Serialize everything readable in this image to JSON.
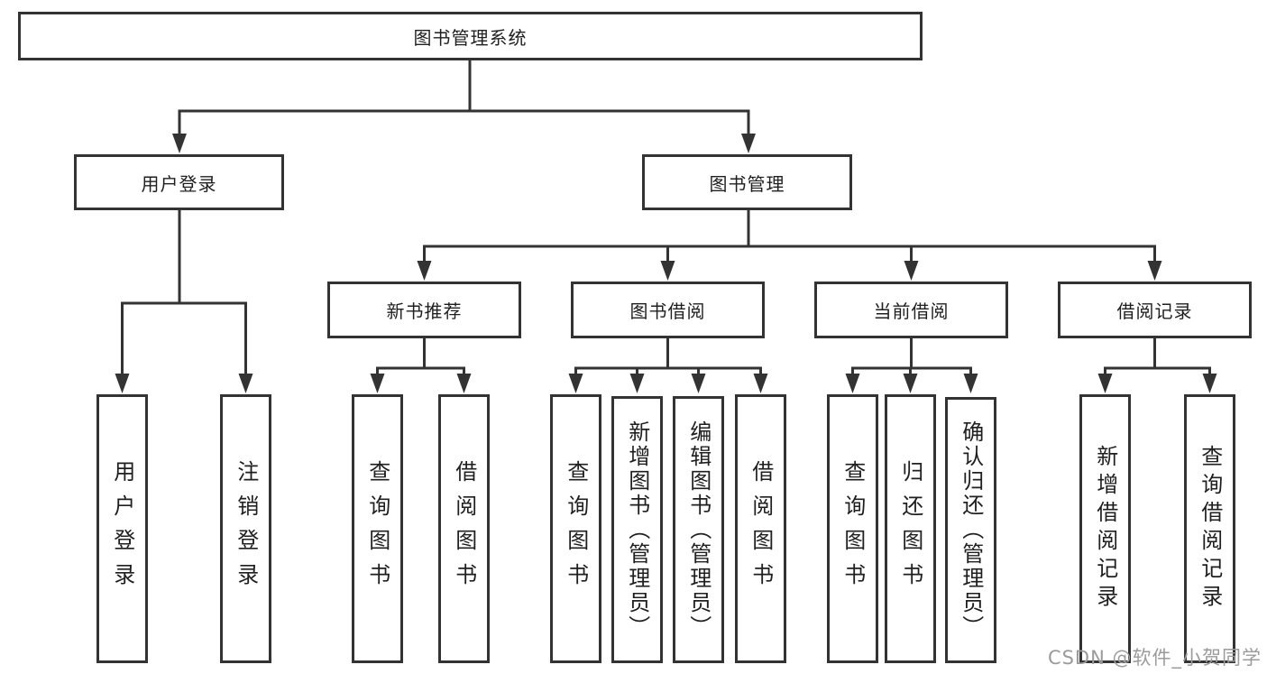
{
  "root": {
    "label": "图书管理系统"
  },
  "branches": {
    "user_login": {
      "label": "用户登录",
      "children": [
        {
          "label": "用户登录"
        },
        {
          "label": "注销登录"
        }
      ]
    },
    "book_mgmt": {
      "label": "图书管理",
      "groups": [
        {
          "label": "新书推荐",
          "children": [
            {
              "label": "查询图书"
            },
            {
              "label": "借阅图书"
            }
          ]
        },
        {
          "label": "图书借阅",
          "children": [
            {
              "label": "查询图书"
            },
            {
              "label": "新增图书（管理员）"
            },
            {
              "label": "编辑图书（管理员）"
            },
            {
              "label": "借阅图书"
            }
          ]
        },
        {
          "label": "当前借阅",
          "children": [
            {
              "label": "查询图书"
            },
            {
              "label": "归还图书"
            },
            {
              "label": "确认归还（管理员）"
            }
          ]
        },
        {
          "label": "借阅记录",
          "children": [
            {
              "label": "新增借阅记录"
            },
            {
              "label": "查询借阅记录"
            }
          ]
        }
      ]
    }
  },
  "watermark": "CSDN @软件_小贺同学",
  "colors": {
    "line": "#333333",
    "text": "#1f1f1f",
    "watermark": "#9b9b9b",
    "background": "#ffffff"
  }
}
